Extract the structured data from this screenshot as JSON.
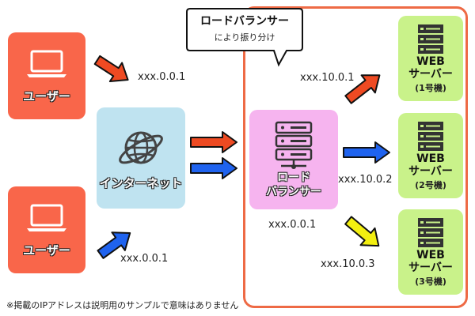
{
  "callout": {
    "title": "ロードバランサー",
    "subtitle": "により振り分け"
  },
  "users": [
    {
      "label": "ユーザー",
      "ip": "xxx.0.0.1"
    },
    {
      "label": "ユーザー",
      "ip": "xxx.0.0.1"
    }
  ],
  "internet": {
    "label": "インターネット"
  },
  "load_balancer": {
    "label_line1": "ロード",
    "label_line2": "バランサー",
    "ip": "xxx.0.0.1"
  },
  "servers": [
    {
      "label_line1": "WEB",
      "label_line2": "サーバー",
      "number": "(1号機)",
      "ip": "xxx.10.0.1"
    },
    {
      "label_line1": "WEB",
      "label_line2": "サーバー",
      "number": "(2号機)",
      "ip": "xxx.10.0.2"
    },
    {
      "label_line1": "WEB",
      "label_line2": "サーバー",
      "number": "(3号機)",
      "ip": "xxx.10.0.3"
    }
  ],
  "footnote": "※掲載のIPアドレスは説明用のサンプルで意味はありません",
  "colors": {
    "user": "#f9664a",
    "internet": "#bfe3f0",
    "load_balancer": "#f6b4ef",
    "server": "#c9f28a",
    "region_border": "#ee6a45",
    "arrow_red": "#ee4a22",
    "arrow_blue": "#1f63ef",
    "arrow_yellow": "#f3ef10"
  }
}
